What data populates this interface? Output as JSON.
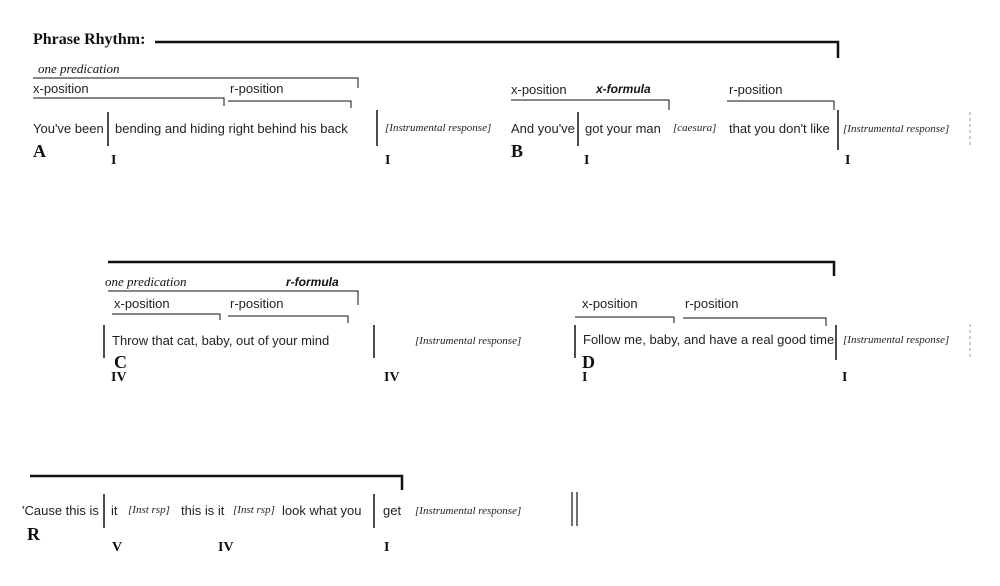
{
  "title": "Phrase Rhythm:",
  "lines": [
    {
      "section": "A",
      "predication": "one predication",
      "positions": [
        "x-position",
        "r-position"
      ],
      "lyrics": [
        "You've been",
        "bending and hiding right behind his back"
      ],
      "instrumental": "[Instrumental response]",
      "harmony": [
        "I",
        "I"
      ]
    },
    {
      "section": "B",
      "positions": [
        "x-position",
        "r-position"
      ],
      "formula": "x-formula",
      "lyrics": [
        "And you've",
        "got your man",
        "that you don't like"
      ],
      "caesura": "[caesura]",
      "instrumental": "[Instrumental response]",
      "harmony": [
        "I",
        "I"
      ]
    },
    {
      "section": "C",
      "predication": "one predication",
      "formula": "r-formula",
      "positions": [
        "x-position",
        "r-position"
      ],
      "lyrics": [
        "Throw that cat, baby, out of your mind"
      ],
      "instrumental": "[Instrumental response]",
      "harmony": [
        "IV",
        "IV"
      ]
    },
    {
      "section": "D",
      "positions": [
        "x-position",
        "r-position"
      ],
      "lyrics": [
        "Follow me, baby, and have a real good time"
      ],
      "instrumental": "[Instrumental response]",
      "harmony": [
        "I",
        "I"
      ]
    },
    {
      "section": "R",
      "lyrics": [
        "'Cause this is",
        "it",
        "this is it",
        "look what you",
        "get"
      ],
      "inst_short": [
        "[Inst rsp]",
        "[Inst rsp]"
      ],
      "instrumental": "[Instrumental response]",
      "harmony": [
        "V",
        "IV",
        "I"
      ]
    }
  ]
}
